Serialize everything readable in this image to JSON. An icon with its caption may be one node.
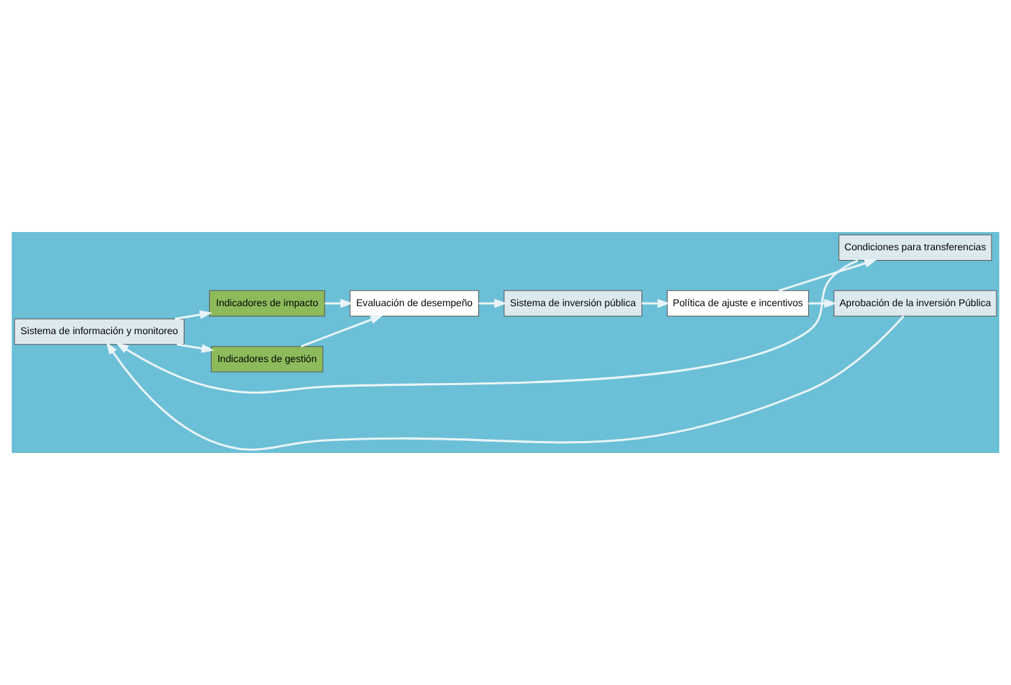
{
  "diagram": {
    "nodes": [
      {
        "text": [
          "Sistema de información y monitoreo"
        ]
      },
      {
        "text": [
          "Indicadores de impacto"
        ]
      },
      {
        "text": [
          "Evaluación de desempeño"
        ]
      },
      {
        "text": [
          "Indicadores de gestión"
        ]
      },
      {
        "text": [
          "Sistema de inversión pública"
        ]
      },
      {
        "text": [
          "Condiciones para transferencias"
        ]
      },
      {
        "text": [
          "Política de ajuste e incentivos"
        ]
      },
      {
        "text": [
          "Aprobación de la inversión Pública"
        ]
      }
    ],
    "edges": [
      {
        "from": 0,
        "to": 1,
        "arrow": "to"
      },
      {
        "from": 0,
        "to": 3,
        "arrow": "to"
      },
      {
        "from": 1,
        "to": 2,
        "arrow": "to"
      },
      {
        "from": 3,
        "to": 2,
        "arrow": "to"
      },
      {
        "from": 2,
        "to": 4,
        "arrow": "to"
      },
      {
        "from": 4,
        "to": 6,
        "arrow": "to"
      },
      {
        "from": 6,
        "to": 5,
        "arrow": "to"
      },
      {
        "from": 6,
        "to": 7,
        "arrow": "to"
      },
      {
        "from": 5,
        "to": 0,
        "arrow": "to"
      },
      {
        "from": 7,
        "to": 0,
        "arrow": "to"
      }
    ]
  }
}
